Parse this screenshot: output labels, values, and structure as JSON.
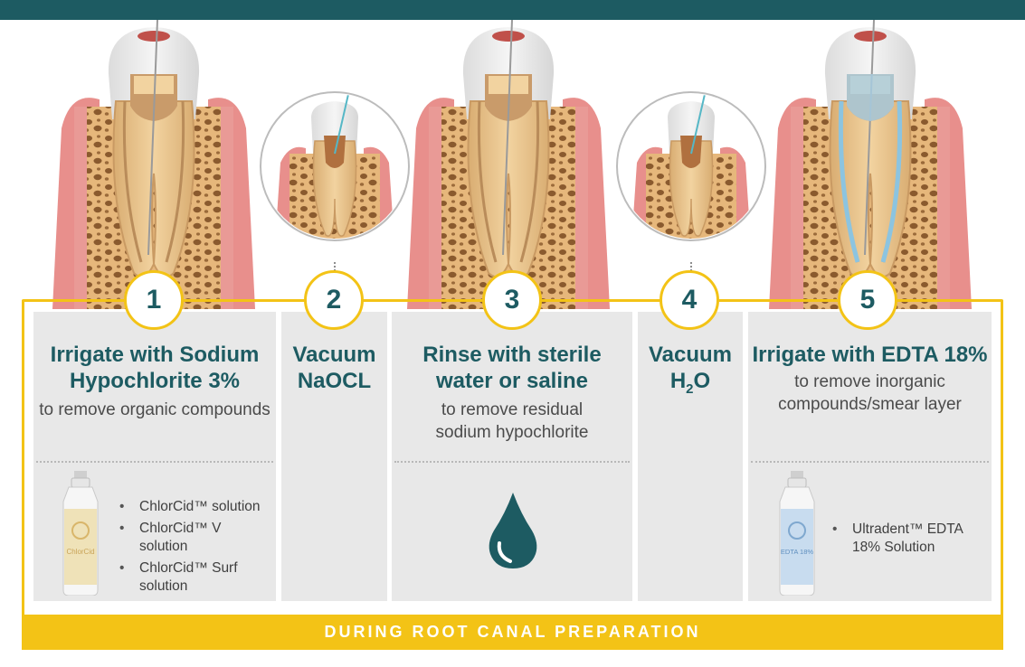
{
  "steps": [
    {
      "number": "1",
      "title_line1": "Irrigate with Sodium",
      "title_line2": "Hypochlorite 3%",
      "desc_line1": "to remove organic compounds",
      "products": [
        "ChlorCid™ solution",
        "ChlorCid™ V solution",
        "ChlorCid™ Surf solution"
      ],
      "bottle_label": "ChlorCid"
    },
    {
      "number": "2",
      "title_line1": "Vacuum",
      "title_line2": "NaOCL"
    },
    {
      "number": "3",
      "title_line1": "Rinse with sterile",
      "title_line2": "water or saline",
      "desc_line1": "to remove residual",
      "desc_line2": "sodium hypochlorite",
      "icon": "water-drop-icon"
    },
    {
      "number": "4",
      "title_line1": "Vacuum",
      "title_line2_main": "H",
      "title_line2_sub": "2",
      "title_line2_tail": "O"
    },
    {
      "number": "5",
      "title_line1": "Irrigate with EDTA 18%",
      "desc_line1": "to remove inorganic",
      "desc_line2": "compounds/smear layer",
      "products": [
        "Ultradent™ EDTA 18% Solution"
      ],
      "bottle_label": "EDTA 18%"
    }
  ],
  "footer": "DURING ROOT CANAL PREPARATION",
  "colors": {
    "teal": "#1d5b62",
    "gold": "#f3c316",
    "panel": "#e8e8e8",
    "gum": "#e88f8c",
    "dentin": "#e8c48e",
    "bone": "#e6b77b"
  }
}
